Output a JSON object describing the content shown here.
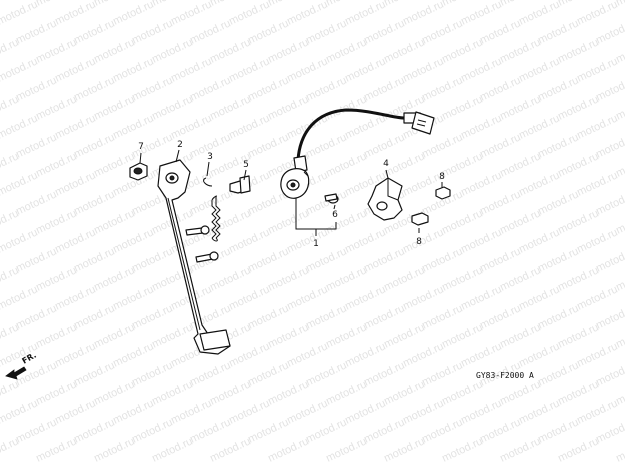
{
  "watermark": "motod.ru",
  "direction_label": "FR.",
  "figure_code": "GY83-F2000 A",
  "callouts": {
    "c1": "1",
    "c2": "2",
    "c3": "3",
    "c4": "4",
    "c5": "5",
    "c6": "6",
    "c7": "7",
    "c8a": "8",
    "c8b": "8"
  }
}
